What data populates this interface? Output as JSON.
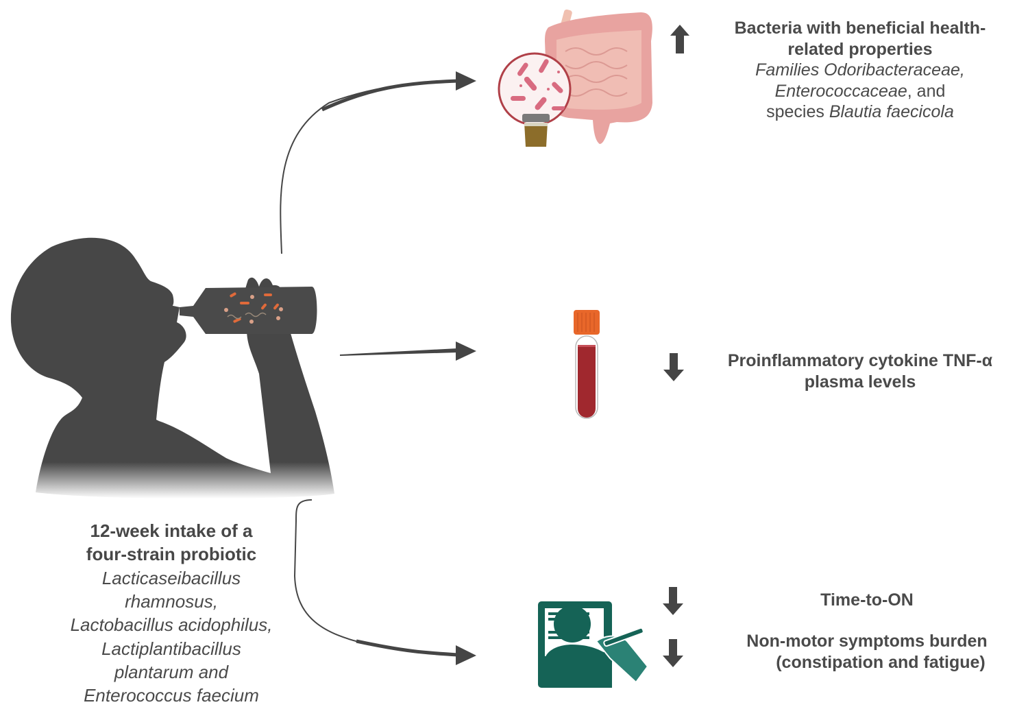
{
  "figure": {
    "intervention": {
      "title_line1": "12-week intake of a",
      "title_line2": "four-strain probiotic",
      "strains": [
        "Lacticaseibacillus",
        "rhamnosus,",
        "Lactobacillus acidophilus,",
        "Lactiplantibacillus",
        "plantarum and",
        "Enterococcus faecium"
      ]
    },
    "outcomes": [
      {
        "id": "microbiota",
        "direction": "up",
        "icon": "intestine-with-stool-sample-icon",
        "title_line1": "Bacteria with beneficial health-",
        "title_line2": "related properties",
        "detail_line1_italic": "Families Odoribacteraceae,",
        "detail_line2_italic": "Enterococcaceae",
        "detail_line2_plain": ", and",
        "detail_line3_plain": "species ",
        "detail_line3_italic": "Blautia faecicola"
      },
      {
        "id": "cytokine",
        "direction": "down",
        "icon": "blood-tube-icon",
        "title_line1": "Proinflammatory cytokine TNF-α",
        "title_line2": "plasma levels"
      },
      {
        "id": "clinical",
        "icon": "clinical-questionnaire-icon",
        "items": [
          {
            "direction": "down",
            "label": "Time-to-ON"
          },
          {
            "direction": "down",
            "label_line1": "Non-motor symptoms burden",
            "label_line2": "(constipation and fatigue)"
          }
        ]
      }
    ],
    "colors": {
      "text": "#4a4a4a",
      "arrow": "#454545",
      "silhouette": "#474747",
      "intestine": "#e8a3a0",
      "blood": "#a0282e",
      "cap": "#e8672a",
      "teal_dark": "#156356",
      "teal_light": "#2b8275"
    }
  }
}
